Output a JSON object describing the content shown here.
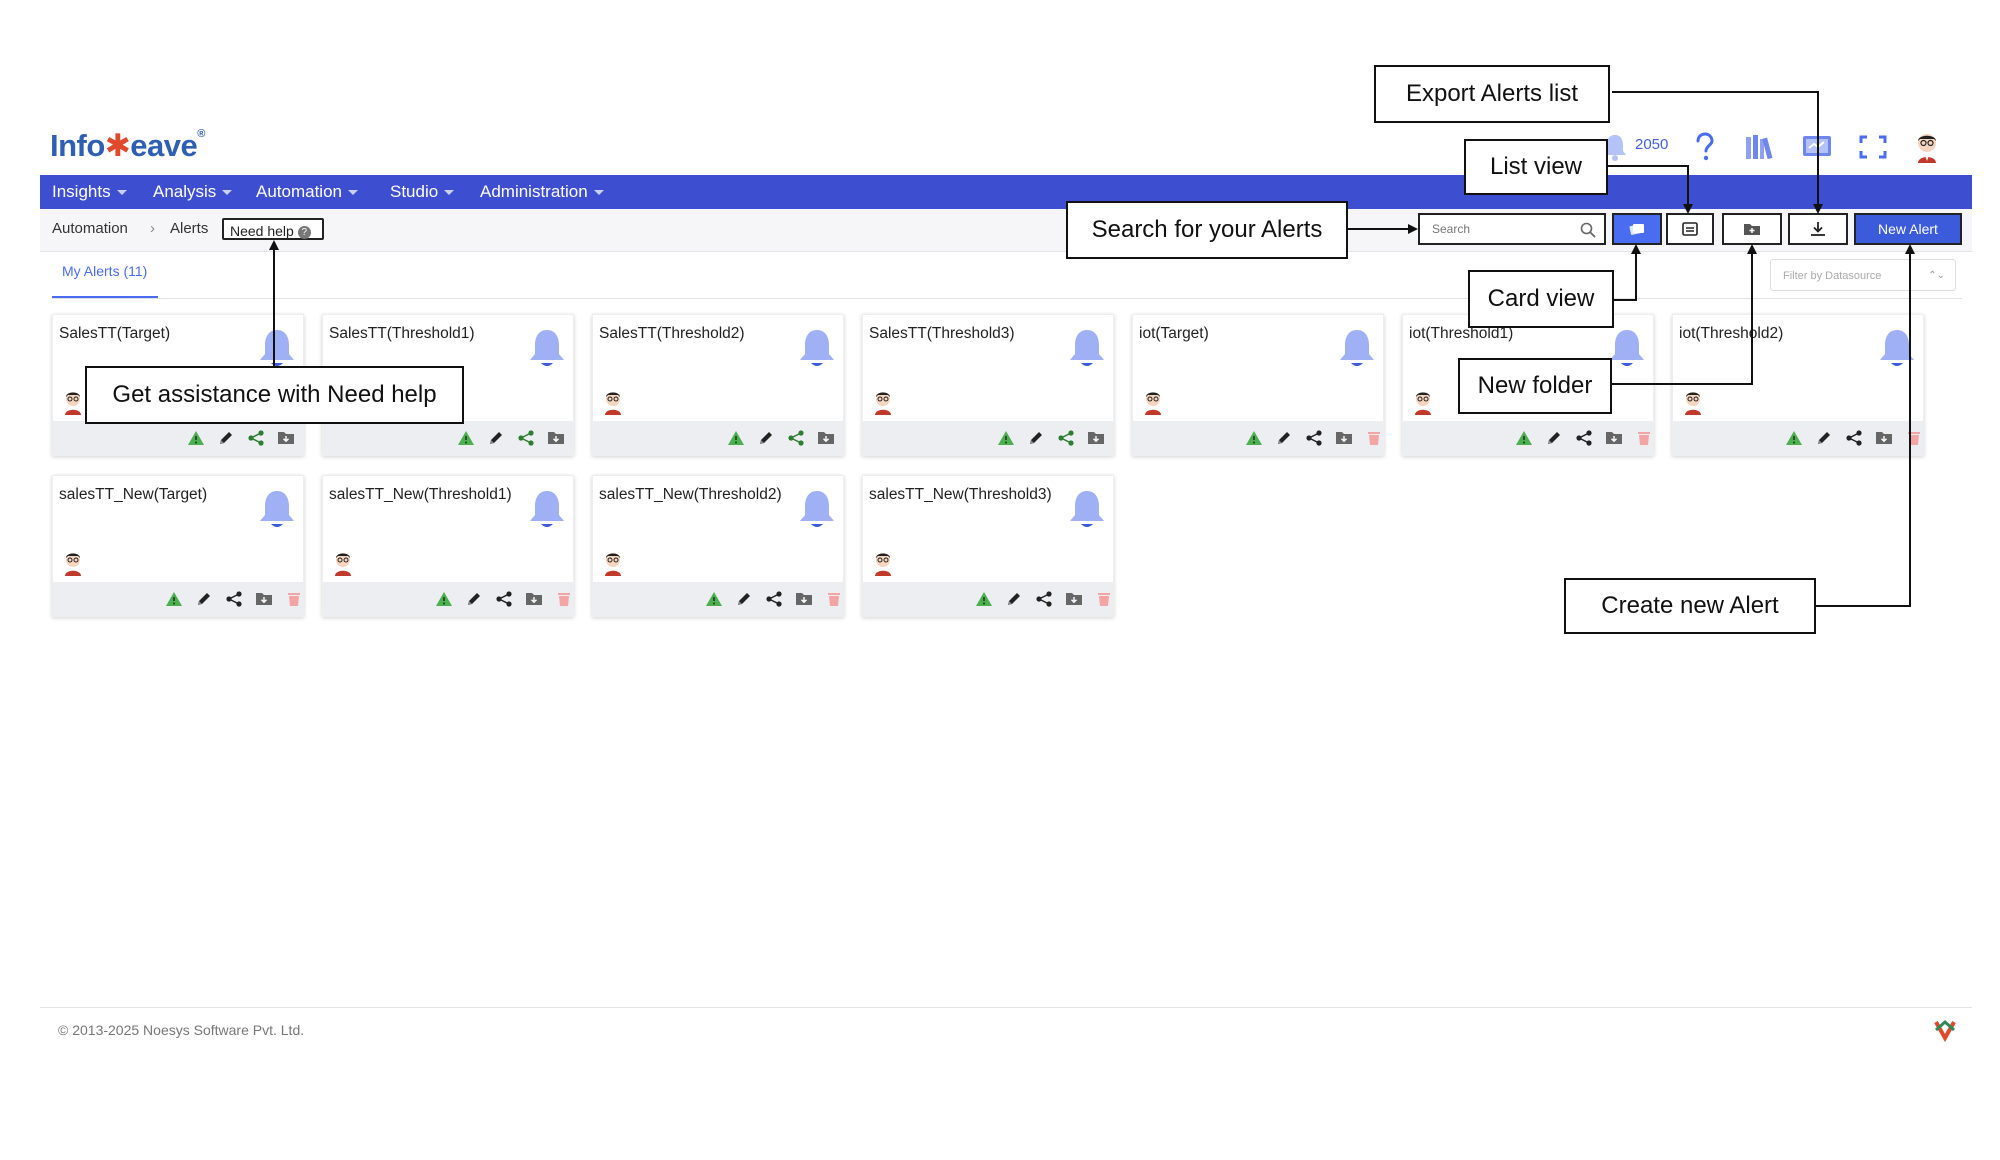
{
  "header": {
    "logo_prefix": "Info",
    "logo_suffix": "eave",
    "notification_count": "2050"
  },
  "nav": {
    "items": [
      "Insights",
      "Analysis",
      "Automation",
      "Studio",
      "Administration"
    ]
  },
  "breadcrumb": {
    "items": [
      "Automation",
      "Alerts"
    ],
    "help_label": "Need help"
  },
  "toolbar": {
    "search_placeholder": "Search",
    "new_alert_label": "New Alert"
  },
  "tabs": {
    "active": "My Alerts (11)"
  },
  "filter": {
    "placeholder": "Filter by Datasource"
  },
  "alerts": [
    "SalesTT(Target)",
    "SalesTT(Threshold1)",
    "SalesTT(Threshold2)",
    "SalesTT(Threshold3)",
    "iot(Target)",
    "iot(Threshold1)",
    "iot(Threshold2)",
    "salesTT_New(Target)",
    "salesTT_New(Threshold1)",
    "salesTT_New(Threshold2)",
    "salesTT_New(Threshold3)"
  ],
  "annotations": {
    "export": "Export Alerts list",
    "list_view": "List view",
    "search": "Search for your Alerts",
    "card_view": "Card view",
    "new_folder": "New folder",
    "help": "Get assistance with Need help",
    "create": "Create new Alert"
  },
  "colors": {
    "nav_bg": "#3d4fd0",
    "accent": "#4a6cf0",
    "bell": "#9fb0f5",
    "warn": "#4caf50",
    "share": "#2e7d32",
    "delete": "#f3a4a4"
  },
  "footer": {
    "copyright": "© 2013-2025 Noesys Software Pvt. Ltd."
  }
}
